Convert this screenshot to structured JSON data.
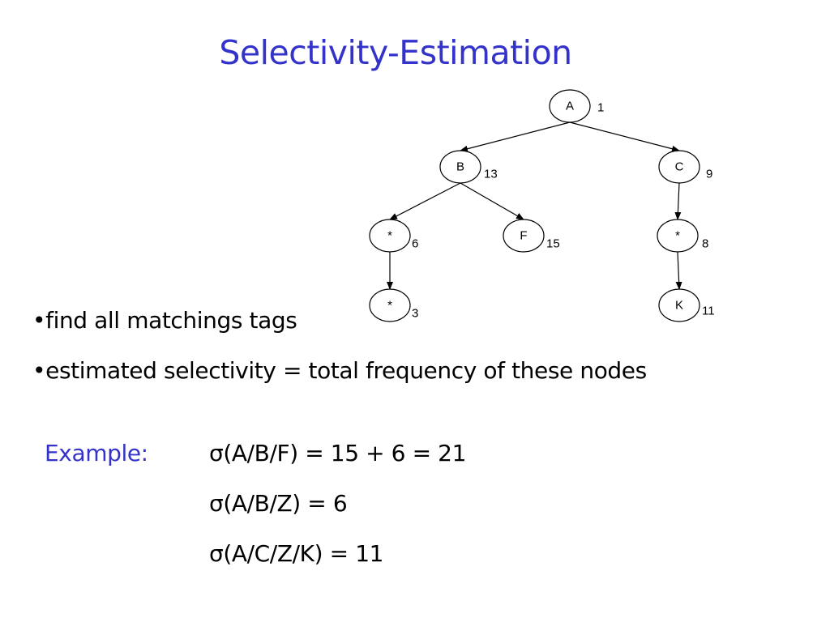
{
  "colors": {
    "accent": "#3333cc",
    "text": "#000000",
    "background": "#ffffff"
  },
  "title": "Selectivity-Estimation",
  "tree": {
    "nodes": [
      {
        "id": "A",
        "label": "A",
        "frequency": "1"
      },
      {
        "id": "B",
        "label": "B",
        "frequency": "13"
      },
      {
        "id": "C",
        "label": "C",
        "frequency": "9"
      },
      {
        "id": "B-star",
        "label": "*",
        "frequency": "6"
      },
      {
        "id": "F",
        "label": "F",
        "frequency": "15"
      },
      {
        "id": "C-star",
        "label": "*",
        "frequency": "8"
      },
      {
        "id": "B-star-star",
        "label": "*",
        "frequency": "3"
      },
      {
        "id": "K",
        "label": "K",
        "frequency": "11"
      }
    ],
    "edges": [
      {
        "from": "A",
        "to": "B"
      },
      {
        "from": "A",
        "to": "C"
      },
      {
        "from": "B",
        "to": "B-star"
      },
      {
        "from": "B",
        "to": "F"
      },
      {
        "from": "C",
        "to": "C-star"
      },
      {
        "from": "B-star",
        "to": "B-star-star"
      },
      {
        "from": "C-star",
        "to": "K"
      }
    ]
  },
  "bullets": [
    "•find all matchings tags",
    "•estimated selectivity = total frequency of these nodes"
  ],
  "example": {
    "label": "Example:",
    "formulas": [
      "σ(A/B/F) = 15 + 6 = 21",
      "σ(A/B/Z) = 6",
      "σ(A/C/Z/K) = 11"
    ]
  }
}
